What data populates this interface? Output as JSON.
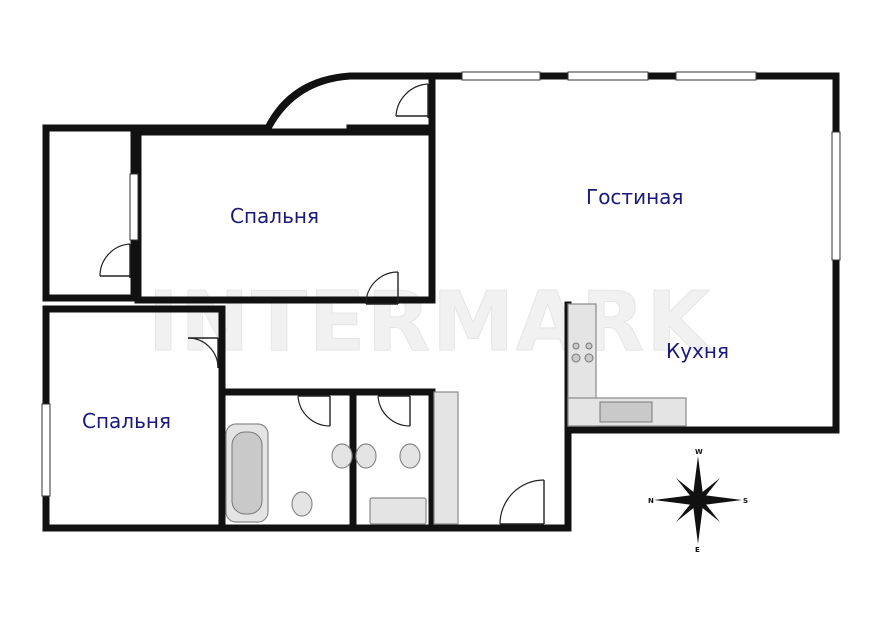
{
  "rooms": {
    "bedroom_upper": {
      "label": "Спальня"
    },
    "bedroom_lower": {
      "label": "Спальня"
    },
    "living_room": {
      "label": "Гостиная"
    },
    "kitchen": {
      "label": "Кухня"
    }
  },
  "watermark": {
    "text": "INTERMARK"
  },
  "compass": {
    "north": "N",
    "south": "S",
    "east": "E",
    "west": "W"
  },
  "colors": {
    "walls": "#111111",
    "labels": "#1a1a7a",
    "fixtures": "#e4e4e4"
  }
}
